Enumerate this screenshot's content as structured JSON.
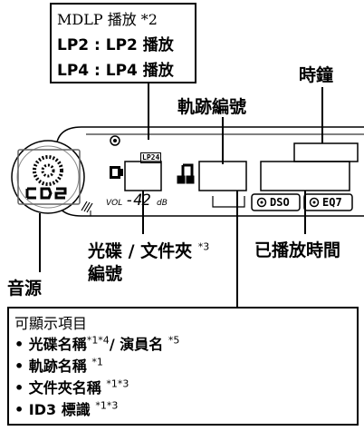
{
  "mdlp_box": {
    "title": "MDLP 播放 *2",
    "line1": "LP2 : LP2 播放",
    "line2": "LP4 : LP4 播放"
  },
  "labels": {
    "clock": "時鐘",
    "track_number": "軌跡編號",
    "disc_folder": "光碟 / 文件夾",
    "disc_folder_sup": "*3",
    "disc_folder_line2": "編號",
    "source": "音源",
    "elapsed_time": "已播放時間"
  },
  "display": {
    "lp24_tag": "LP24",
    "vol_text": "VOL",
    "vol_value": "-42",
    "vol_unit": "dB",
    "dso_button": "DSO",
    "eq7_button": "EQ7",
    "source_segments": "CD2"
  },
  "items_box": {
    "title": "可顯示項目",
    "items": [
      {
        "text": "光碟名稱",
        "sup": "*1*4",
        "text2": "/ 演員名",
        "sup2": "*5"
      },
      {
        "text": "軌跡名稱",
        "sup": "*1",
        "text2": "",
        "sup2": ""
      },
      {
        "text": "文件夾名稱",
        "sup": "*1*3",
        "text2": "",
        "sup2": ""
      },
      {
        "text": "ID3 標識",
        "sup": "*1*3",
        "text2": "",
        "sup2": ""
      }
    ]
  }
}
